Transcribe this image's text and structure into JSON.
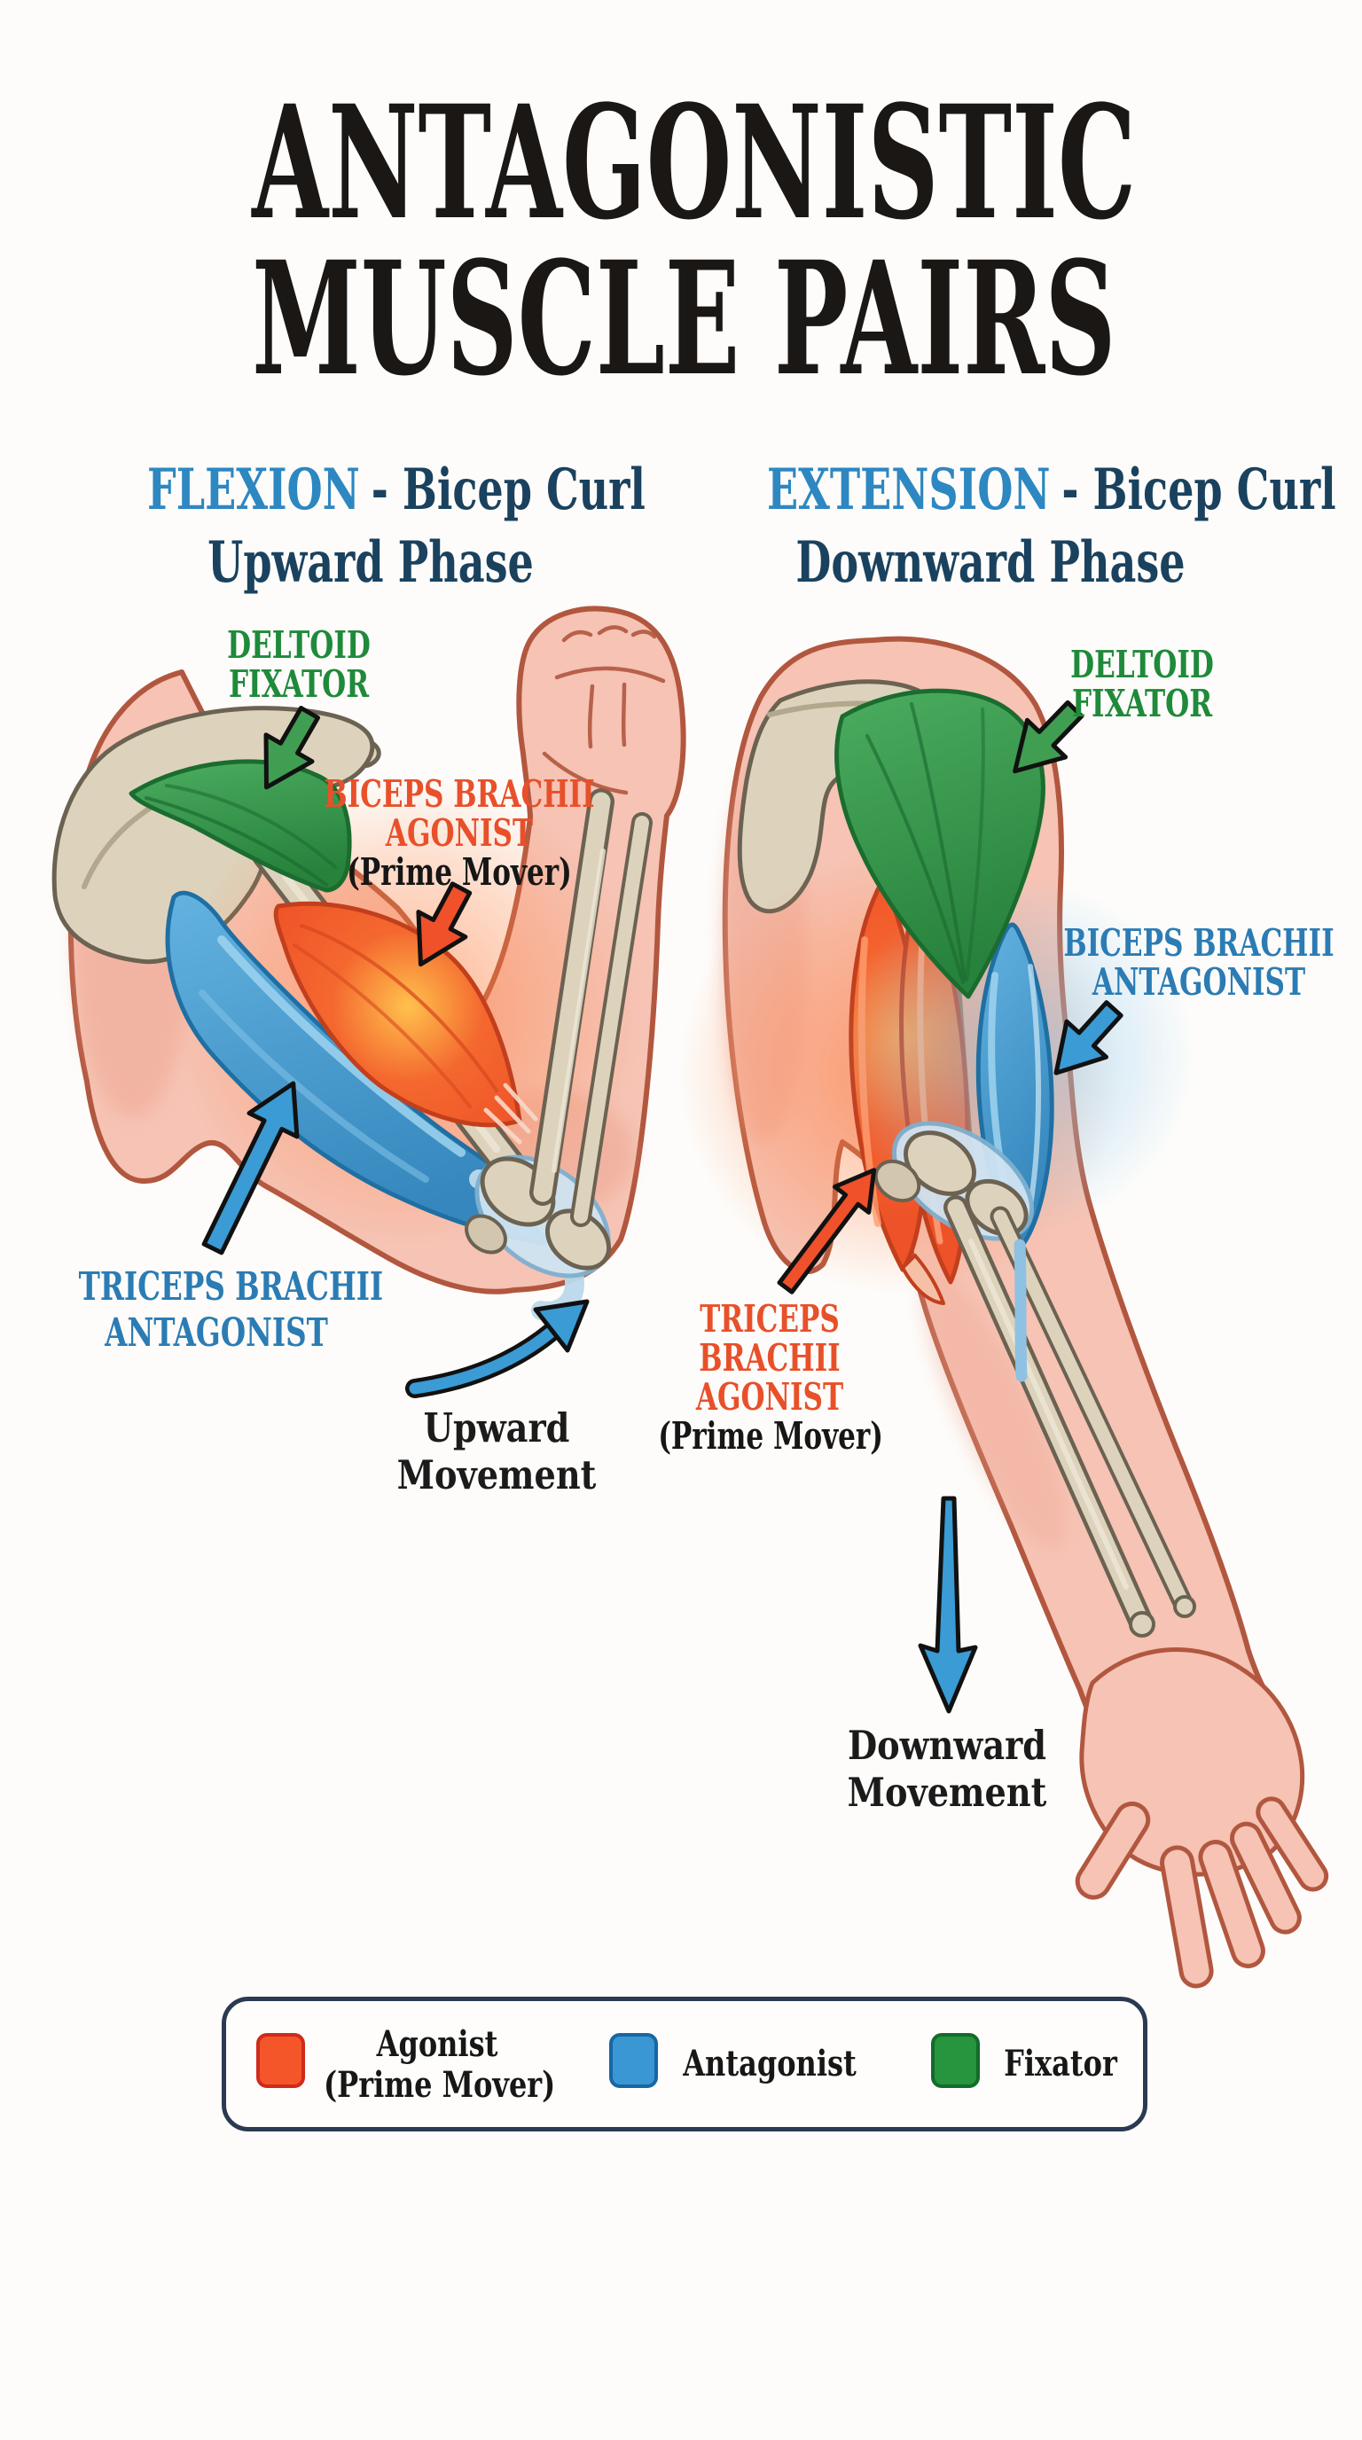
{
  "page": {
    "background": "#fdfcfa"
  },
  "title": {
    "line1": "ANTAGONISTIC",
    "line2": "MUSCLE PAIRS",
    "color": "#1a1715"
  },
  "panels": {
    "left": {
      "heading": {
        "keyword": "FLEXION",
        "rest": "- Bicep Curl",
        "line2": "Upward Phase",
        "keyword_color": "#2d87c1",
        "text_color": "#1a425f"
      },
      "labels": {
        "deltoid": {
          "line1": "DELTOID",
          "line2": "FIXATOR",
          "color": "#1e8a3a"
        },
        "biceps": {
          "line1": "BICEPS BRACHII",
          "line2": "AGONIST",
          "note": "(Prime Mover)",
          "color": "#e8502a"
        },
        "triceps": {
          "line1": "TRICEPS BRACHII",
          "line2": "ANTAGONIST",
          "color": "#2b7cb4"
        },
        "movement": {
          "line1": "Upward",
          "line2": "Movement",
          "color": "#1b1b1b"
        }
      }
    },
    "right": {
      "heading": {
        "keyword": "EXTENSION",
        "rest": "- Bicep Curl",
        "line2": "Downward Phase",
        "keyword_color": "#2d87c1",
        "text_color": "#1a425f"
      },
      "labels": {
        "deltoid": {
          "line1": "DELTOID",
          "line2": "FIXATOR",
          "color": "#1e8a3a"
        },
        "biceps": {
          "line1": "BICEPS BRACHII",
          "line2": "ANTAGONIST",
          "color": "#2b7cb4"
        },
        "triceps": {
          "line1": "TRICEPS",
          "line2": "BRACHII",
          "line3": "AGONIST",
          "note": "(Prime Mover)",
          "color": "#e8502a"
        },
        "movement": {
          "line1": "Downward",
          "line2": "Movement",
          "color": "#1b1b1b"
        }
      }
    }
  },
  "legend": {
    "border_color": "#2b3a52",
    "items": [
      {
        "line1": "Agonist",
        "line2": "(Prime Mover)",
        "swatch_color": "#f4562a",
        "swatch_border": "#cf2a1c"
      },
      {
        "line1": "Antagonist",
        "swatch_color": "#3b97d3",
        "swatch_border": "#1767a5"
      },
      {
        "line1": "Fixator",
        "swatch_color": "#27943e",
        "swatch_border": "#136b2c"
      }
    ]
  },
  "colors": {
    "agonist": "#f0562b",
    "antagonist": "#3f97d1",
    "fixator": "#2e8f43",
    "skin": "#f6c3b4",
    "skin_outline": "#b2573f",
    "bone": "#ddd3bc",
    "bone_outline": "#6b6252"
  }
}
